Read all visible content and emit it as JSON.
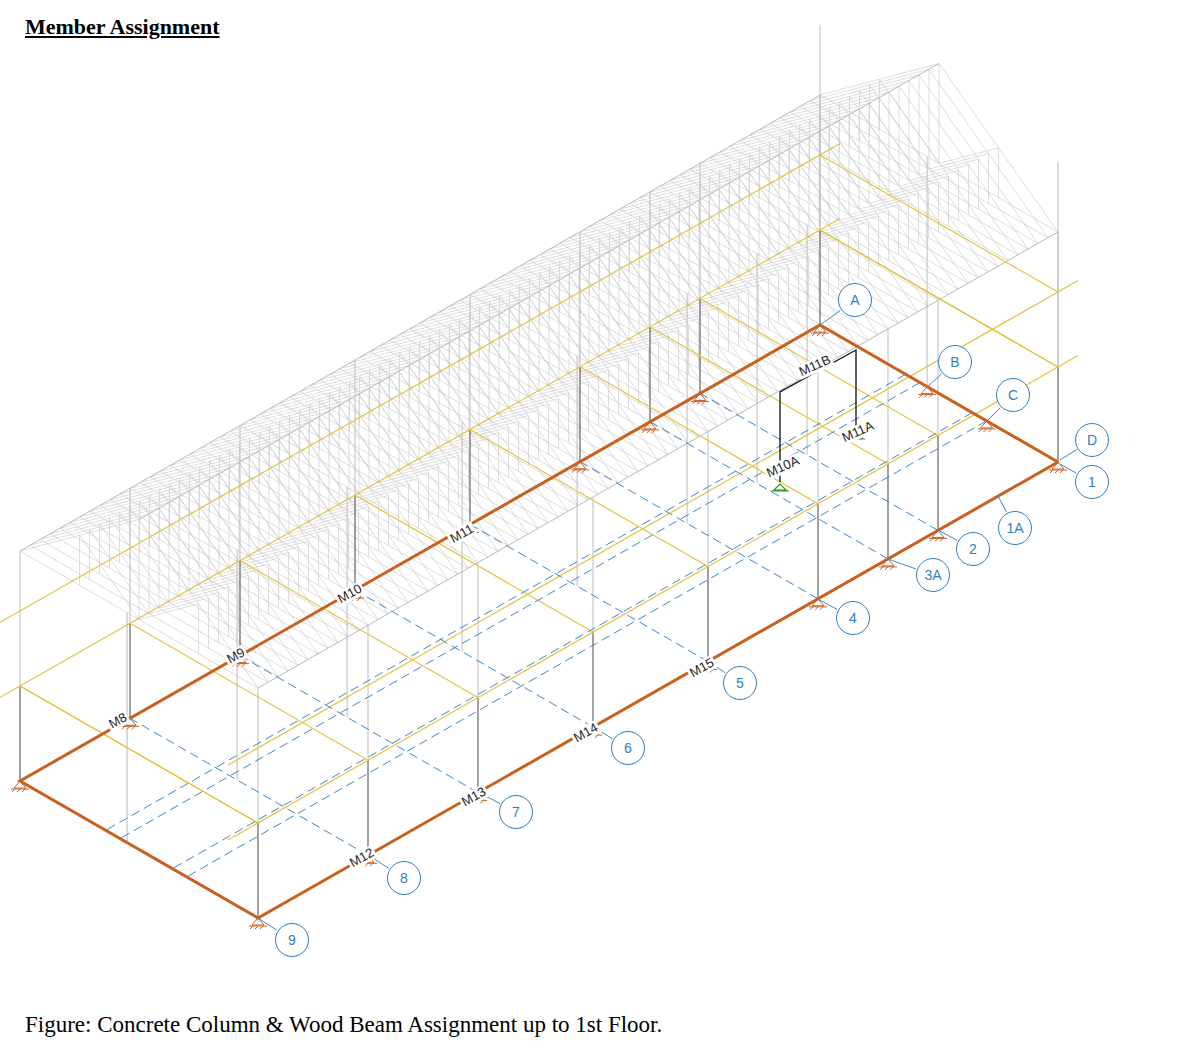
{
  "diagram": {
    "title": "Member Assignment",
    "caption": "Figure: Concrete Column & Wood Beam Assignment up to 1st Floor.",
    "nodes": [
      {
        "text": [
          "A"
        ]
      },
      {
        "text": [
          "B"
        ]
      },
      {
        "text": [
          "C"
        ]
      },
      {
        "text": [
          "D"
        ]
      },
      {
        "text": [
          "1"
        ]
      },
      {
        "text": [
          "1A"
        ]
      },
      {
        "text": [
          "2"
        ]
      },
      {
        "text": [
          "3A"
        ]
      },
      {
        "text": [
          "4"
        ]
      },
      {
        "text": [
          "5"
        ]
      },
      {
        "text": [
          "6"
        ]
      },
      {
        "text": [
          "7"
        ]
      },
      {
        "text": [
          "8"
        ]
      },
      {
        "text": [
          "9"
        ]
      }
    ],
    "labels": [
      "M11B",
      "M11A",
      "M10A",
      "M11",
      "M10",
      "M9",
      "M8",
      "M15",
      "M14",
      "M13",
      "M12"
    ]
  }
}
